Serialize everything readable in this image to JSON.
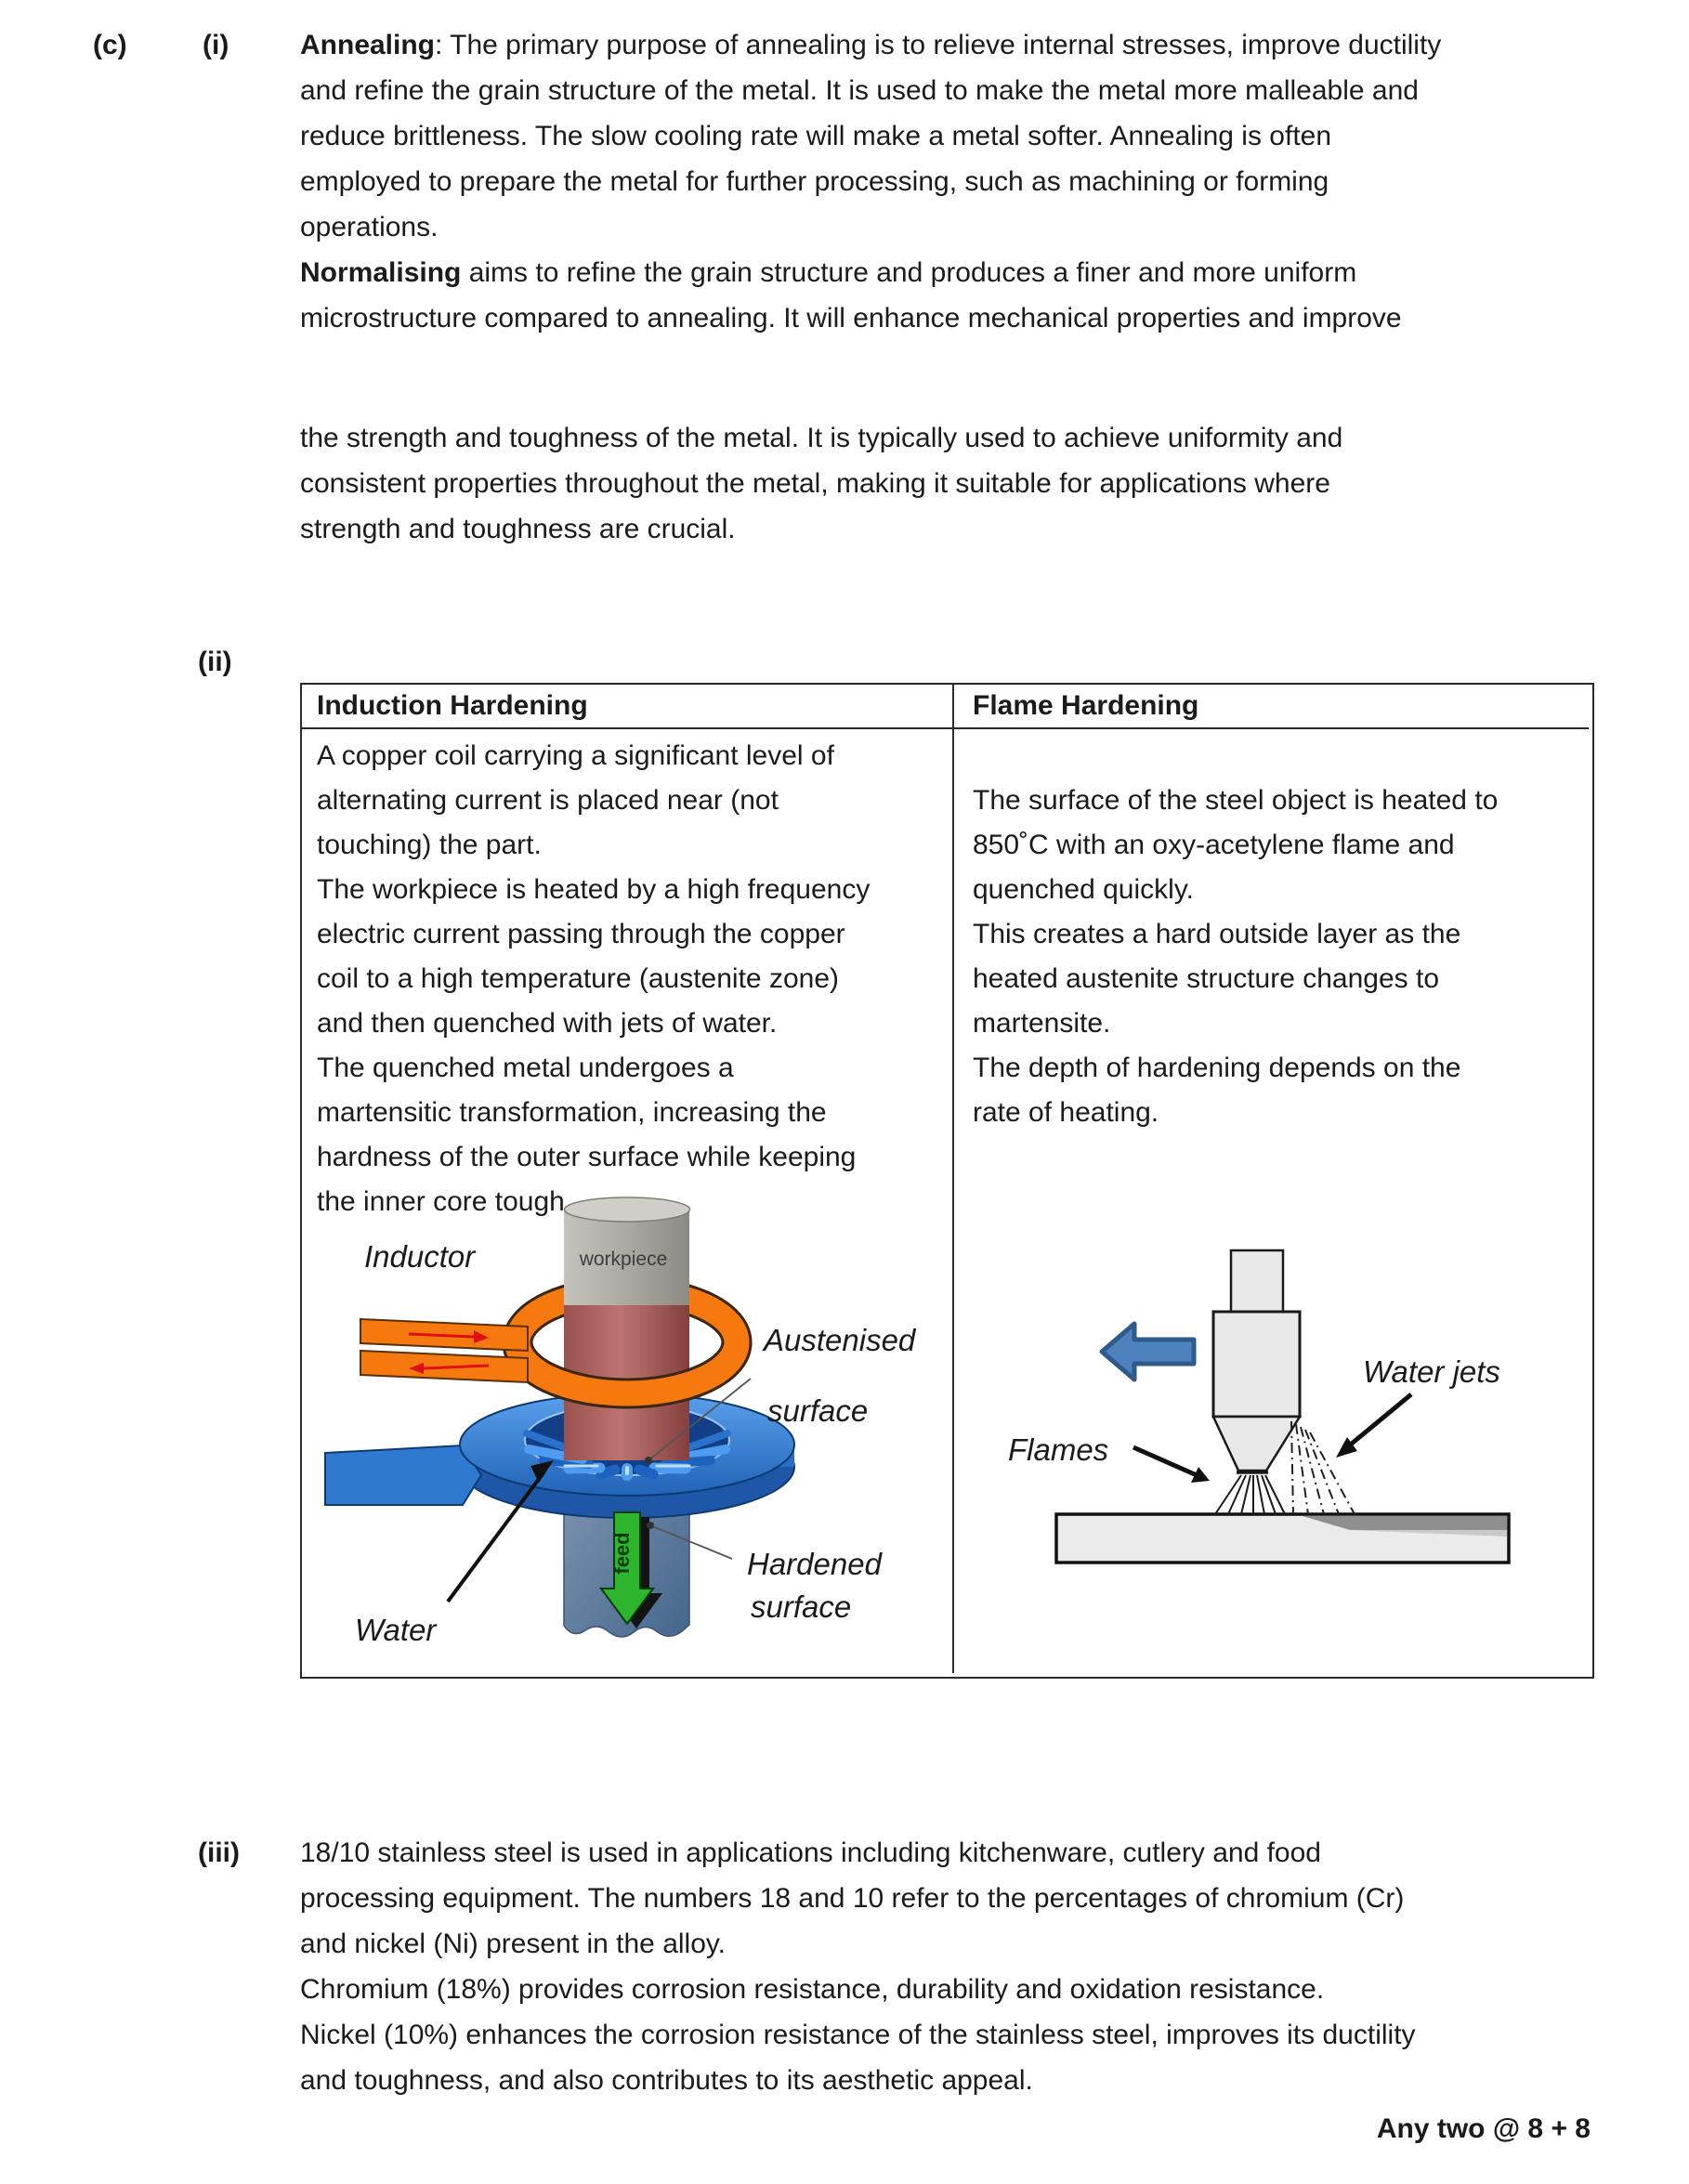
{
  "labels": {
    "c": "(c)",
    "i": "(i)",
    "ii": "(ii)",
    "iii": "(iii)"
  },
  "part_i": {
    "term1": "Annealing",
    "sep1": ": ",
    "line1_rest": "The primary purpose of annealing is to relieve internal stresses, improve ductility",
    "line2": "and refine the grain structure of the metal. It is used to make the metal more malleable and",
    "line3": "reduce brittleness. The slow cooling rate will make a metal softer. Annealing is often",
    "line4": "employed to prepare the metal for further processing, such as machining or forming",
    "line5": "operations.",
    "term2": "Normalising",
    "line6_rest": " aims to refine the grain structure and produces a finer and more uniform",
    "line7": "microstructure compared to annealing. It will enhance mechanical properties and improve",
    "line8": "the strength and toughness of the metal. It is typically used to achieve uniformity and",
    "line9": "consistent properties throughout the metal, making it suitable for applications where",
    "line10": "strength and toughness are crucial."
  },
  "table": {
    "header_left": "Induction Hardening",
    "header_right": "Flame Hardening",
    "left_lines": [
      "A copper coil carrying a significant level of",
      "alternating current is placed near (not",
      "touching) the part.",
      "The workpiece is heated by a high frequency",
      "electric current passing through the copper",
      "coil to a high temperature (austenite zone)",
      "and then quenched with jets of water.",
      "The quenched metal undergoes a",
      "martensitic transformation, increasing the",
      "hardness of the outer surface while keeping",
      "the inner core tough."
    ],
    "right_lines": [
      "The surface of the steel object is heated to",
      "850˚C with an oxy-acetylene flame and",
      "quenched quickly.",
      "This creates a hard outside layer as the",
      "heated austenite structure changes to",
      "martensite.",
      "The depth of hardening depends on the",
      "rate of heating."
    ]
  },
  "induction_diagram": {
    "labels": {
      "inductor": "Inductor",
      "workpiece": "workpiece",
      "austenised_line1": "Austenised",
      "austenised_line2": "surface",
      "water": "Water",
      "feed": "feed",
      "hardened_line1": "Hardened",
      "hardened_line2": "surface"
    },
    "colors": {
      "coil_orange": "#f5790f",
      "workpiece_grey": "#aaaaa1",
      "austenised_red": "#b26a66",
      "quench_blue": "#2f7ad0",
      "quench_blue_dark": "#1e57a8",
      "steel_blue": "#5d7fa3",
      "feed_green": "#2db52d",
      "current_red": "#e01010"
    }
  },
  "flame_diagram": {
    "labels": {
      "flames": "Flames",
      "water_jets": "Water jets"
    },
    "colors": {
      "torch_grey": "#e9e9e9",
      "arrow_blue": "#4f81bd",
      "plate_grey": "#ebebeb",
      "hardened_grey": "#8f8f8f",
      "hardened_light": "#c9c9c9"
    }
  },
  "part_iii": {
    "lines": [
      "18/10 stainless steel is used in applications including kitchenware, cutlery and food",
      "processing equipment. The numbers 18 and 10 refer to the percentages of chromium (Cr)",
      "and nickel (Ni) present in the alloy.",
      "Chromium (18%) provides corrosion resistance, durability and oxidation resistance.",
      "Nickel (10%) enhances the corrosion resistance of the stainless steel, improves its ductility",
      "and toughness, and also contributes to its aesthetic appeal."
    ]
  },
  "footer": {
    "text": "Any two @ 8 + 8"
  }
}
